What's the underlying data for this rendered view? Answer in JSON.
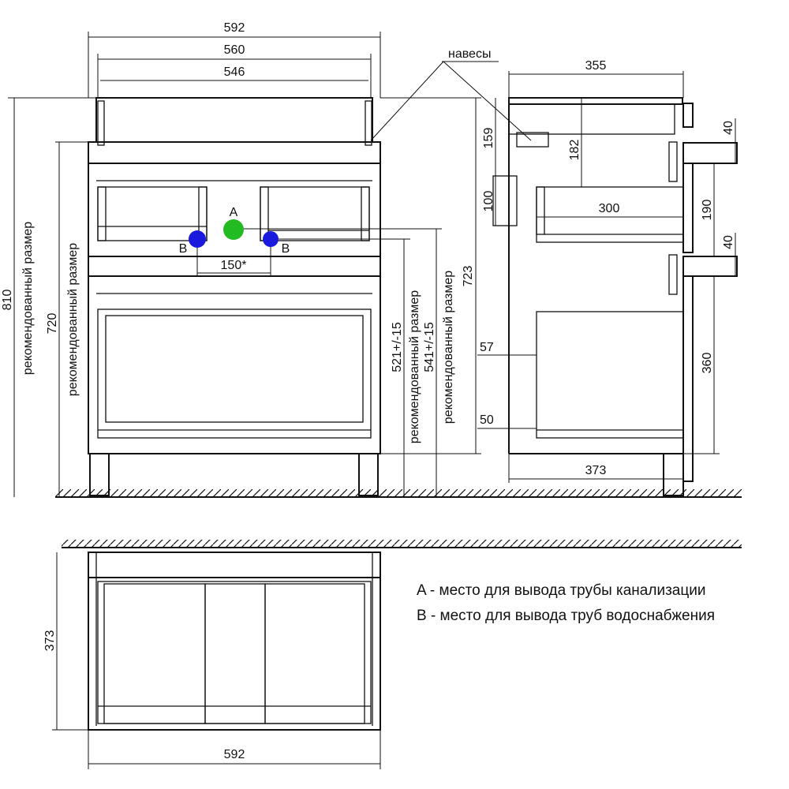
{
  "front_view": {
    "dims": {
      "total_width": "592",
      "top_width": "560",
      "inner_width": "546",
      "pipe_spacing": "150*",
      "rec_height_810": "810",
      "rec_height_720": "720",
      "height_723": "723",
      "supply_height": "521+/-15",
      "drain_height": "541+/-15"
    },
    "rec_label": "рекомендованный размер",
    "markers": {
      "a": "A",
      "b_left": "B",
      "b_right": "B"
    }
  },
  "side_view": {
    "hinges_label": "навесы",
    "dims": {
      "depth_top": "355",
      "d159": "159",
      "d100": "100",
      "d182": "182",
      "d300": "300",
      "d40a": "40",
      "d190": "190",
      "d40b": "40",
      "d360": "360",
      "d57": "57",
      "d50": "50",
      "depth_bottom": "373"
    }
  },
  "top_view": {
    "dims": {
      "depth": "373",
      "width": "592"
    }
  },
  "legend": {
    "a": "A - место для вывода трубы канализации",
    "b": "B - место для вывода труб водоснабжения"
  },
  "colors": {
    "drain": "#22bb22",
    "supply": "#1a1adf"
  }
}
